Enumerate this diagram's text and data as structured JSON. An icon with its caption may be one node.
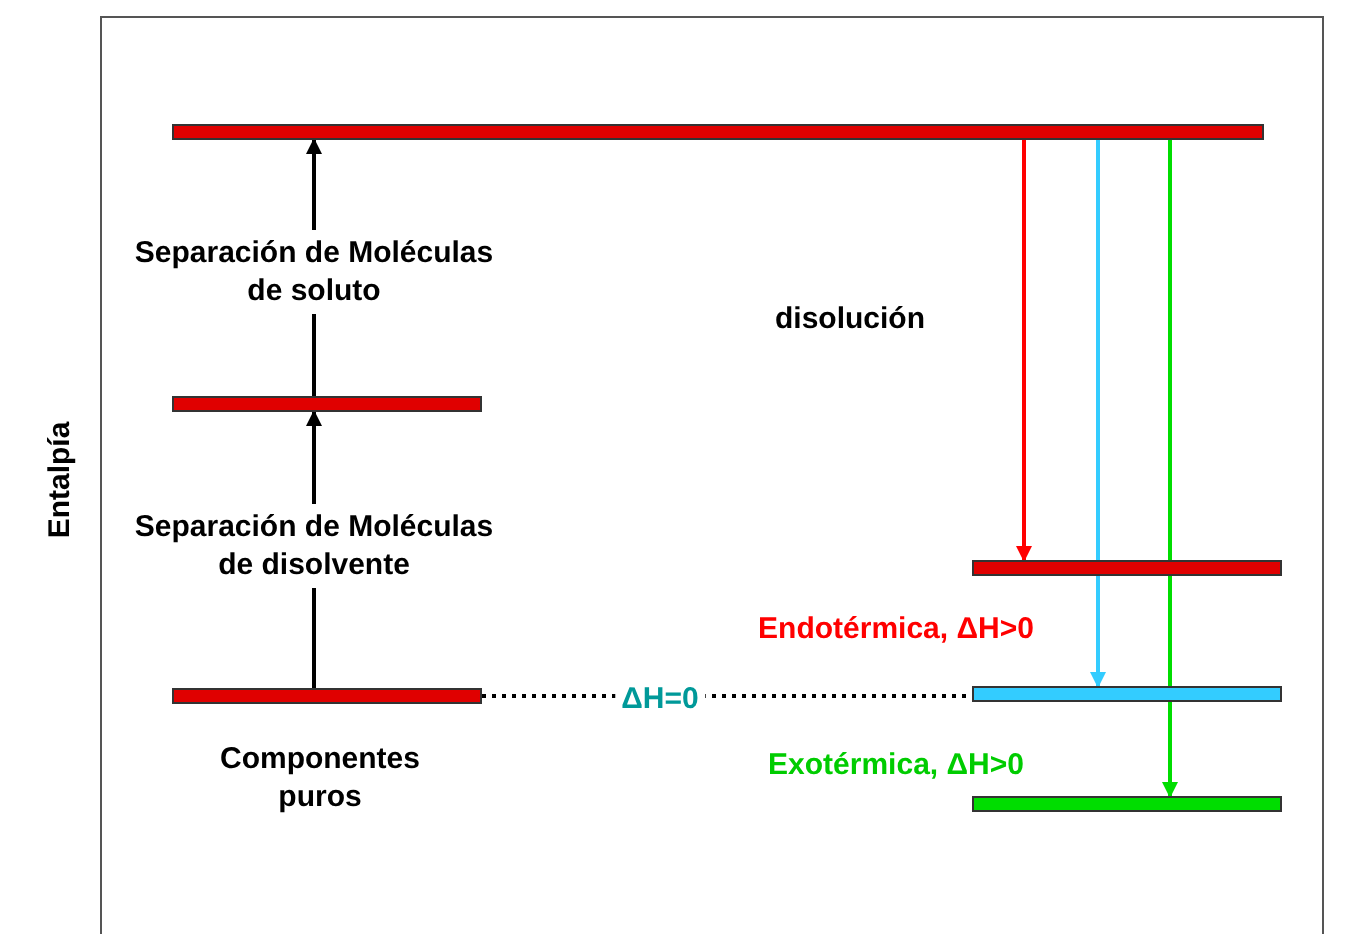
{
  "diagram": {
    "nodes": [
      {
        "text": [],
        "shape": "bar"
      },
      {
        "text": [],
        "shape": "bar"
      },
      {
        "text": [],
        "shape": "bar",
        "beside": [
          "Componentes puros"
        ]
      },
      {
        "text": [],
        "shape": "bar"
      },
      {
        "text": [],
        "shape": "bar"
      },
      {
        "text": [],
        "shape": "bar"
      }
    ],
    "edges": [
      {
        "from": 2,
        "to": 1,
        "arrow": "to",
        "label": "Separación de Moléculas de disolvente"
      },
      {
        "from": 1,
        "to": 0,
        "arrow": "to",
        "label": "Separación de Moléculas de soluto"
      },
      {
        "from": 0,
        "to": 3,
        "arrow": "to",
        "color": "#ff0000"
      },
      {
        "from": 0,
        "to": 4,
        "arrow": "to",
        "color": "#33ccff"
      },
      {
        "from": 0,
        "to": 5,
        "arrow": "to",
        "color": "#00dd00"
      },
      {
        "from": 2,
        "to": 4,
        "arrow": "none",
        "style": "dashed",
        "label": "ΔH=0"
      }
    ],
    "labels": [
      "Entalpía",
      "disolución",
      "Endotérmica, ΔH>0",
      "Exotérmica, ΔH>0"
    ]
  }
}
